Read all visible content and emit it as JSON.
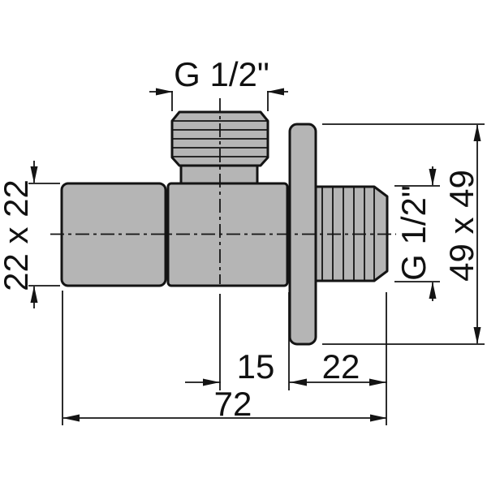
{
  "drawing": {
    "title": "angle-valve-dimension-drawing",
    "labels": {
      "top_thread": "G 1/2\"",
      "handle_size": "22 x 22",
      "outlet_thread": "G 1/2\"",
      "plate_size": "49 x 49",
      "dim_axis_to_plate": "15",
      "dim_plate_to_end": "22",
      "dim_total_length": "72"
    },
    "colors": {
      "part_fill": "#b5b5b5",
      "line": "#141414",
      "background": "#ffffff"
    }
  }
}
